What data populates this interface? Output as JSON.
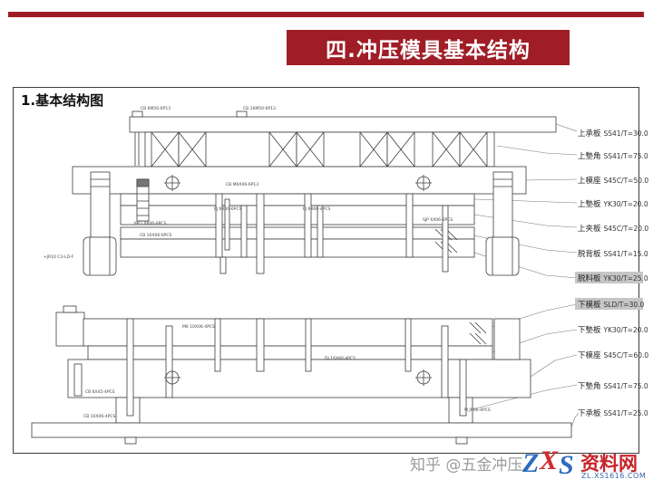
{
  "slide": {
    "title": "四.冲压模具基本结构",
    "section_heading": "1.基本结构图"
  },
  "colors": {
    "accent_red": "#9f1d26",
    "highlight_gray": "#c6c6c6",
    "logo_red": "#c8242b",
    "logo_blue": "#2e6bbf",
    "drawing_line": "#3d3d3d"
  },
  "drawing": {
    "labels": [
      {
        "name": "上承板",
        "spec": "SS41/T=30.0",
        "highlight": false
      },
      {
        "name": "上墊角",
        "spec": "SS41/T=75.0",
        "highlight": false
      },
      {
        "name": "上模座",
        "spec": "S45C/T=50.0",
        "highlight": false
      },
      {
        "name": "上墊板",
        "spec": "YK30/T=20.0",
        "highlight": false
      },
      {
        "name": "上夹板",
        "spec": "S45C/T=20.0",
        "highlight": false
      },
      {
        "name": "脱背板",
        "spec": "SS41/T=15.0",
        "highlight": false
      },
      {
        "name": "脱料板",
        "spec": "YK30/T=25.0",
        "highlight": true
      },
      {
        "name": "下模板",
        "spec": "SLD/T=30.0",
        "highlight": true
      },
      {
        "name": "下墊板",
        "spec": "YK30/T=20.0",
        "highlight": false
      },
      {
        "name": "下模座",
        "spec": "S45C/T=60.0",
        "highlight": false
      },
      {
        "name": "下墊角",
        "spec": "SS41/T=75.0",
        "highlight": false
      },
      {
        "name": "下承板",
        "spec": "SS41/T=25.0",
        "highlight": false
      }
    ],
    "annotations": [
      {
        "text": "CB 6M50-6P13"
      },
      {
        "text": "CB 16M50-6P13"
      },
      {
        "text": "CB M6X06-6P13"
      },
      {
        "text": "M6 L0606-6PCS"
      },
      {
        "text": "CB 10X06-6PCS"
      },
      {
        "text": "PJ 6X60-6PCS"
      },
      {
        "text": "+JR10 C3-LD-F"
      },
      {
        "text": "SJP 6X06-6PCS"
      },
      {
        "text": "M6 10X06-4PCS"
      },
      {
        "text": "DJ 16X80-4PCS"
      },
      {
        "text": "CB 6X45-4PCS"
      },
      {
        "text": "CB 10X06-4PCS"
      },
      {
        "text": "M JR06-4PCS"
      },
      {
        "text": "PJ 6X60-4PCS"
      }
    ]
  },
  "watermark": {
    "zhihu": "知乎 @五金冲压",
    "logo_z": "Z",
    "logo_x": "X",
    "logo_s": "S",
    "logo_name": "资料网",
    "logo_url": "ZL.XS1616.COM"
  }
}
